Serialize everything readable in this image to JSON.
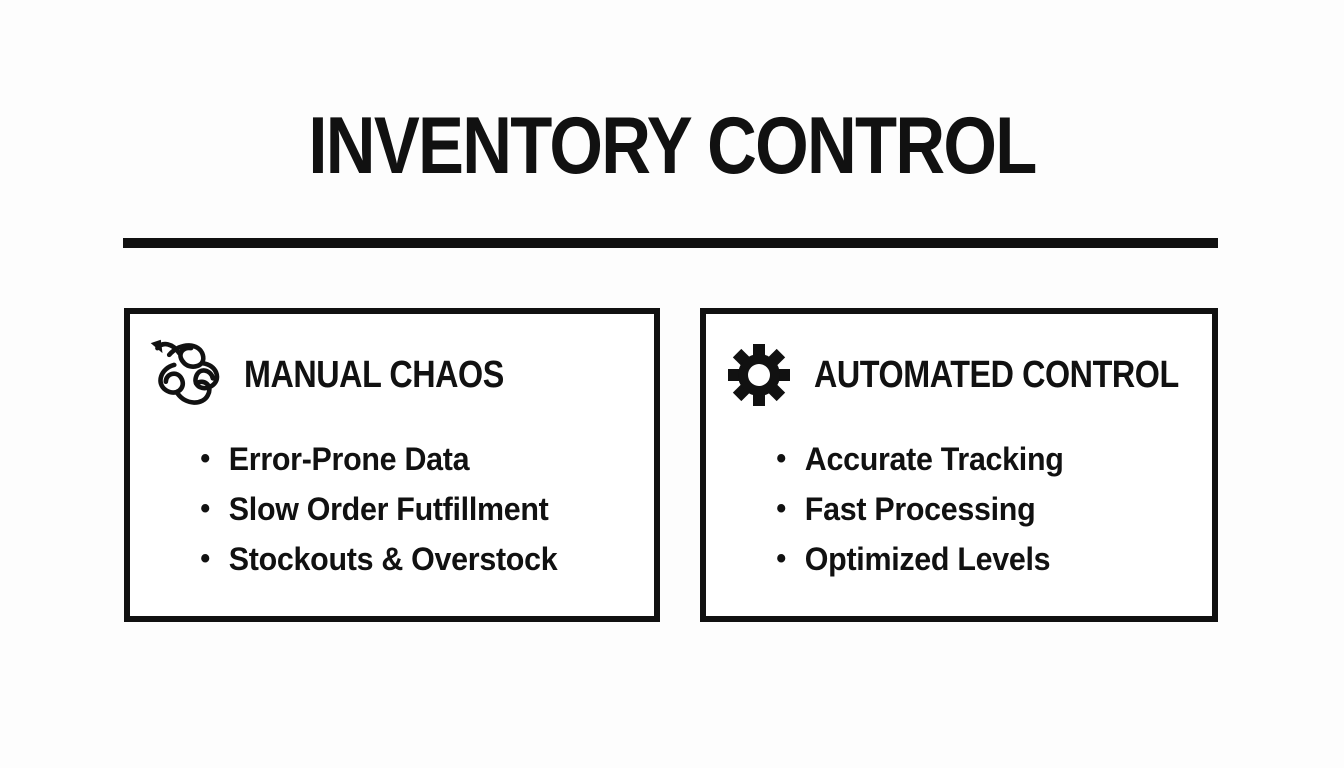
{
  "theme": {
    "background": "#fdfdfd",
    "ink": "#111111",
    "panel_background": "#ffffff"
  },
  "header": {
    "title": "INVENTORY CONTROL"
  },
  "panels": [
    {
      "id": "manual",
      "icon": "tangle-scribble-icon",
      "heading": "MANUAL CHAOS",
      "bullets": [
        "Error-Prone Data",
        "Slow Order Futfillment",
        "Stockouts & Overstock"
      ]
    },
    {
      "id": "automated",
      "icon": "gear-icon",
      "heading": "AUTOMATED CONTROL",
      "bullets": [
        "Accurate Tracking",
        "Fast Processing",
        "Optimized Levels"
      ]
    }
  ]
}
